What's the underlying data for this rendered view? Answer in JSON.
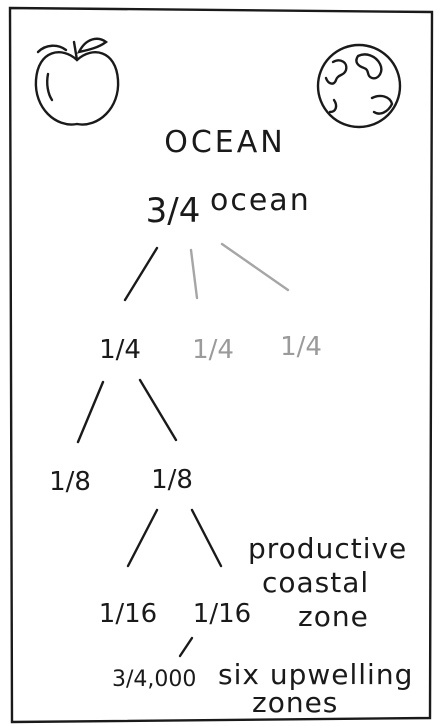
{
  "title": "OCEAN",
  "root": {
    "fraction": "3/4",
    "label": "ocean"
  },
  "level1": [
    {
      "fraction": "1/4",
      "faded": false
    },
    {
      "fraction": "1/4",
      "faded": true
    },
    {
      "fraction": "1/4",
      "faded": true
    }
  ],
  "level2": [
    {
      "fraction": "1/8"
    },
    {
      "fraction": "1/8"
    }
  ],
  "level3": [
    {
      "fraction": "1/16"
    },
    {
      "fraction": "1/16"
    }
  ],
  "level3_label": [
    "productive",
    "coastal",
    "zone"
  ],
  "level4": {
    "fraction": "3/4,000",
    "label_line1": "six upwelling",
    "label_line2": "zones"
  },
  "icons": [
    "apple-icon",
    "globe-icon"
  ],
  "colors": {
    "ink": "#1a1a1a",
    "faded": "#9b9b9b"
  }
}
